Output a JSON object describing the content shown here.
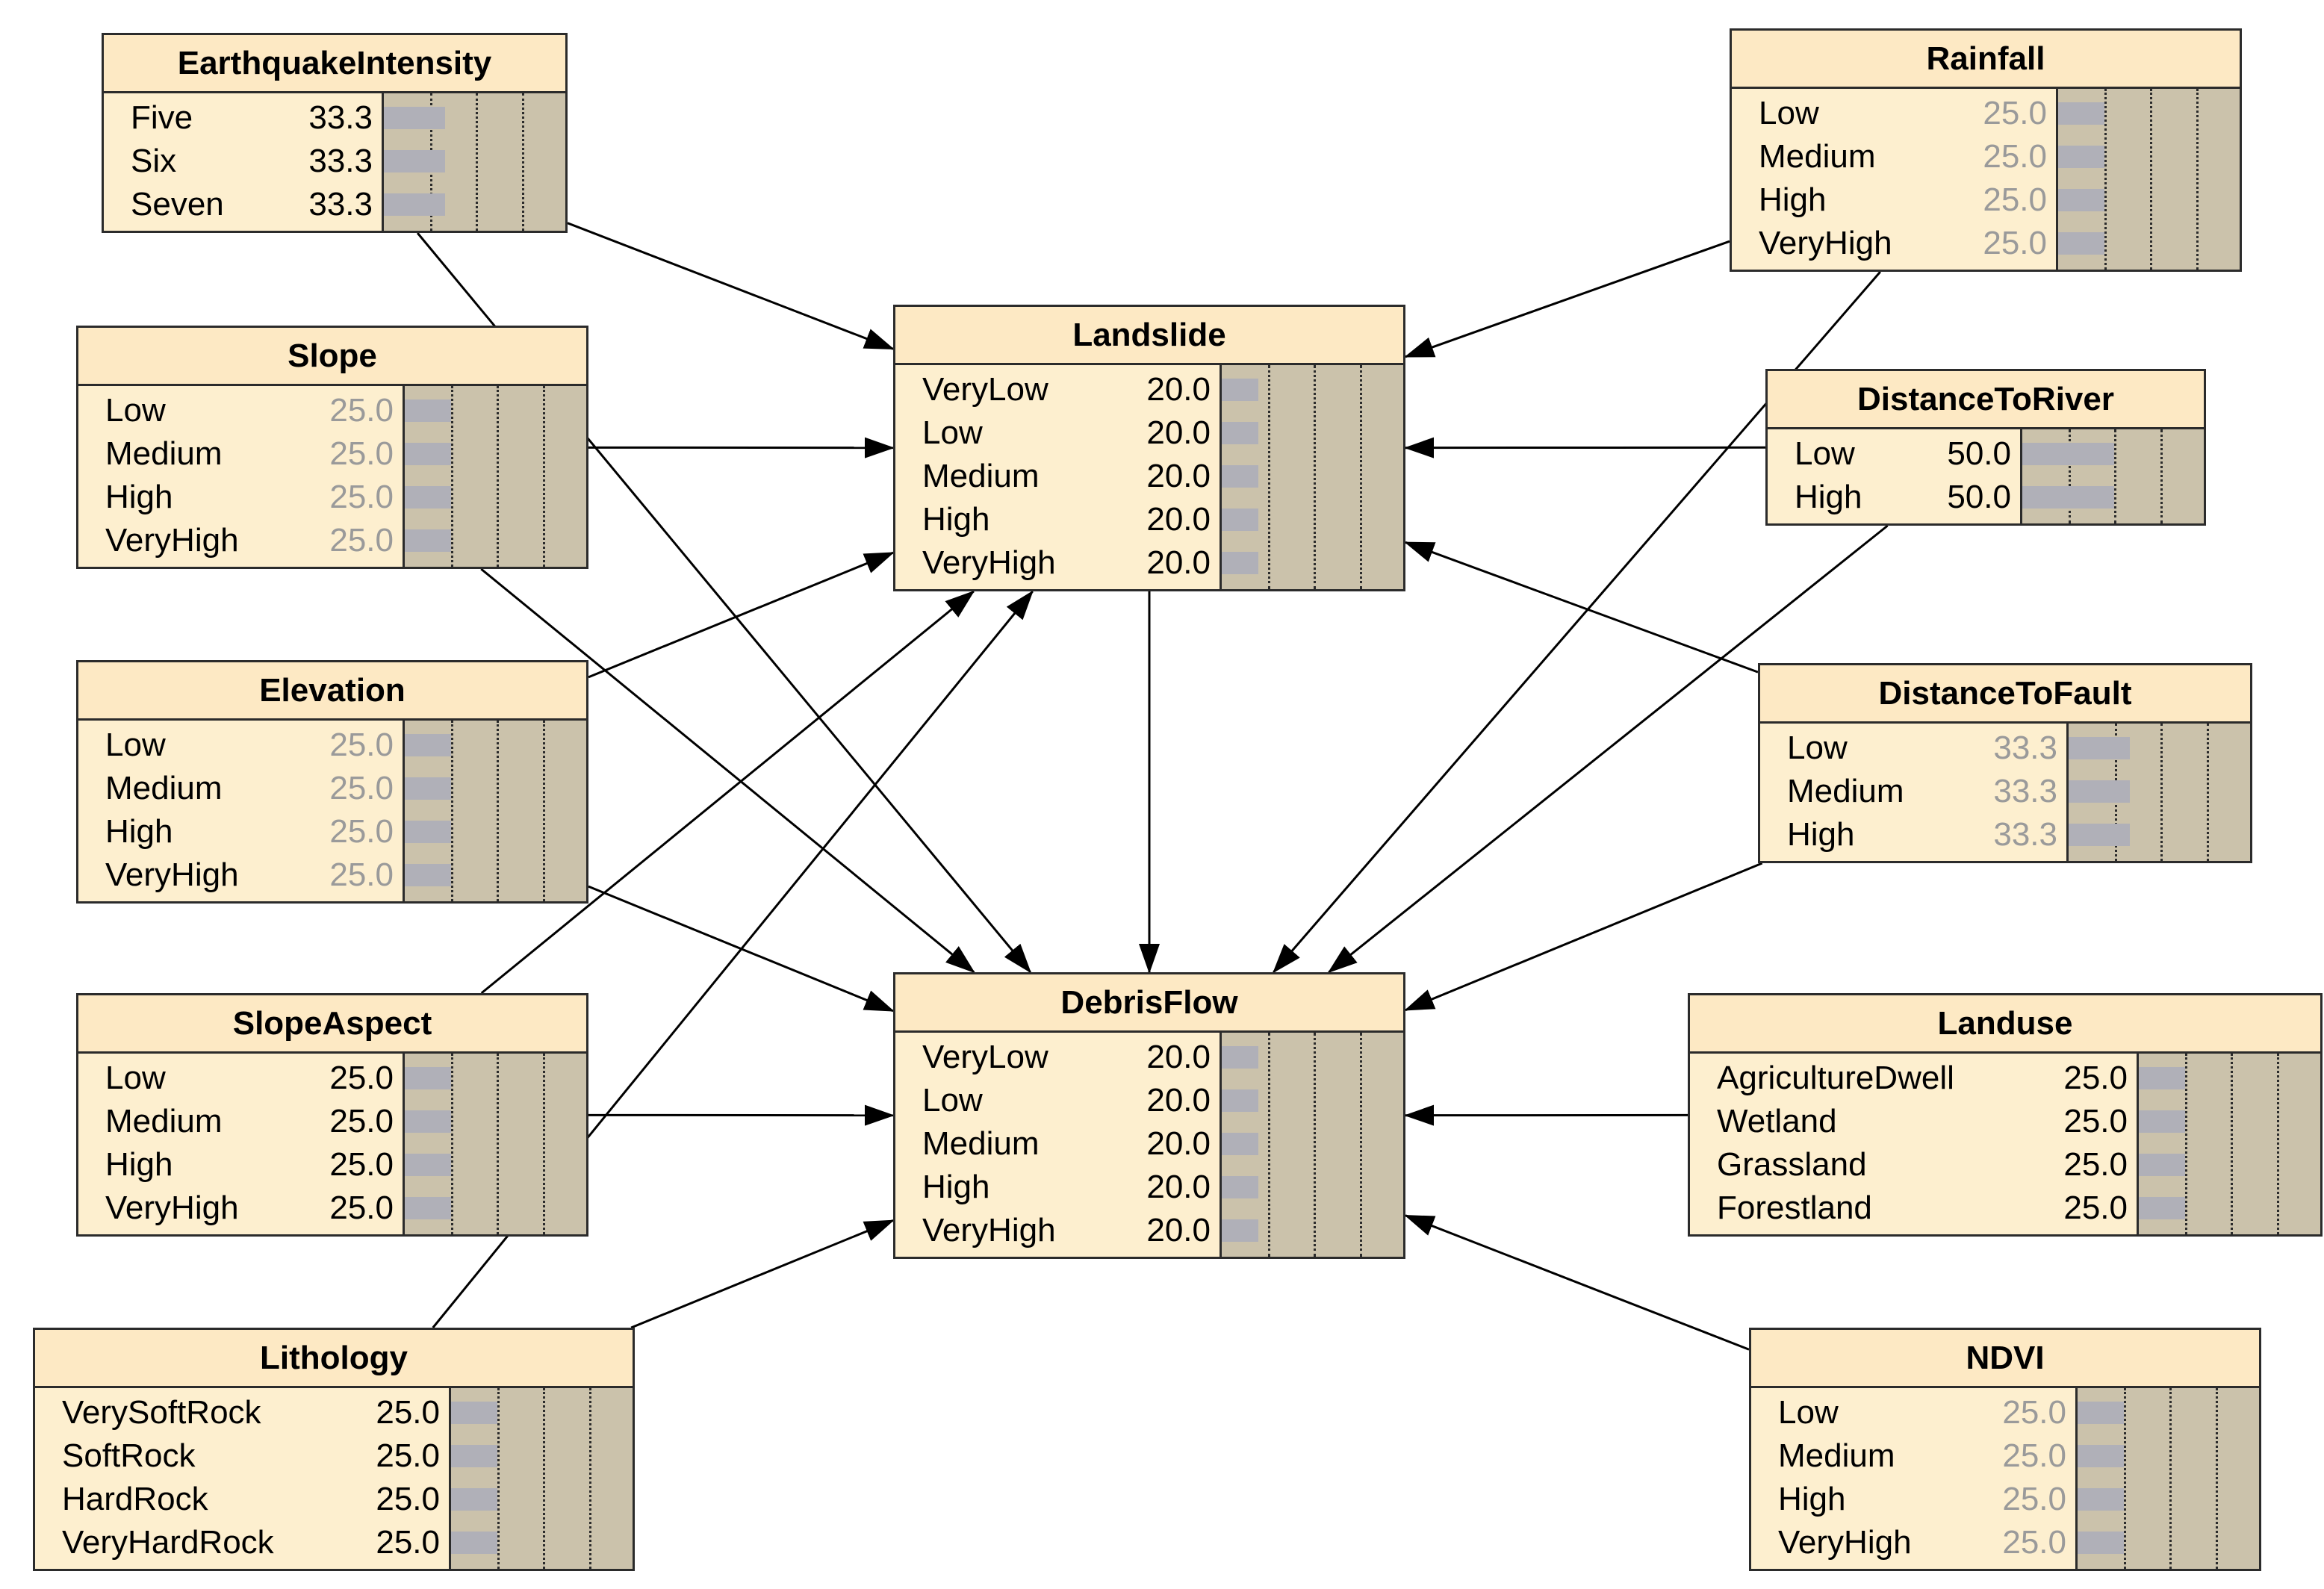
{
  "colors": {
    "title_bg": "#fde9c4",
    "body_bg": "#fdefcf",
    "bar_area": "#cbc2ab",
    "bar_fill": "#b0b0b8",
    "edge": "#000000"
  },
  "nodes": [
    {
      "id": "earthquakeintensity",
      "title": "EarthquakeIntensity",
      "states": [
        {
          "label": "Five",
          "value": "33.3",
          "p": 0.333,
          "grey": false
        },
        {
          "label": "Six",
          "value": "33.3",
          "p": 0.333,
          "grey": false
        },
        {
          "label": "Seven",
          "value": "33.3",
          "p": 0.333,
          "grey": false
        }
      ]
    },
    {
      "id": "slope",
      "title": "Slope",
      "states": [
        {
          "label": "Low",
          "value": "25.0",
          "p": 0.25,
          "grey": true
        },
        {
          "label": "Medium",
          "value": "25.0",
          "p": 0.25,
          "grey": true
        },
        {
          "label": "High",
          "value": "25.0",
          "p": 0.25,
          "grey": true
        },
        {
          "label": "VeryHigh",
          "value": "25.0",
          "p": 0.25,
          "grey": true
        }
      ]
    },
    {
      "id": "elevation",
      "title": "Elevation",
      "states": [
        {
          "label": "Low",
          "value": "25.0",
          "p": 0.25,
          "grey": true
        },
        {
          "label": "Medium",
          "value": "25.0",
          "p": 0.25,
          "grey": true
        },
        {
          "label": "High",
          "value": "25.0",
          "p": 0.25,
          "grey": true
        },
        {
          "label": "VeryHigh",
          "value": "25.0",
          "p": 0.25,
          "grey": true
        }
      ]
    },
    {
      "id": "slopeaspect",
      "title": "SlopeAspect",
      "states": [
        {
          "label": "Low",
          "value": "25.0",
          "p": 0.25,
          "grey": false
        },
        {
          "label": "Medium",
          "value": "25.0",
          "p": 0.25,
          "grey": false
        },
        {
          "label": "High",
          "value": "25.0",
          "p": 0.25,
          "grey": false
        },
        {
          "label": "VeryHigh",
          "value": "25.0",
          "p": 0.25,
          "grey": false
        }
      ]
    },
    {
      "id": "lithology",
      "title": "Lithology",
      "states": [
        {
          "label": "VerySoftRock",
          "value": "25.0",
          "p": 0.25,
          "grey": false
        },
        {
          "label": "SoftRock",
          "value": "25.0",
          "p": 0.25,
          "grey": false
        },
        {
          "label": "HardRock",
          "value": "25.0",
          "p": 0.25,
          "grey": false
        },
        {
          "label": "VeryHardRock",
          "value": "25.0",
          "p": 0.25,
          "grey": false
        }
      ]
    },
    {
      "id": "landslide",
      "title": "Landslide",
      "states": [
        {
          "label": "VeryLow",
          "value": "20.0",
          "p": 0.2,
          "grey": false
        },
        {
          "label": "Low",
          "value": "20.0",
          "p": 0.2,
          "grey": false
        },
        {
          "label": "Medium",
          "value": "20.0",
          "p": 0.2,
          "grey": false
        },
        {
          "label": "High",
          "value": "20.0",
          "p": 0.2,
          "grey": false
        },
        {
          "label": "VeryHigh",
          "value": "20.0",
          "p": 0.2,
          "grey": false
        }
      ]
    },
    {
      "id": "debrisflow",
      "title": "DebrisFlow",
      "states": [
        {
          "label": "VeryLow",
          "value": "20.0",
          "p": 0.2,
          "grey": false
        },
        {
          "label": "Low",
          "value": "20.0",
          "p": 0.2,
          "grey": false
        },
        {
          "label": "Medium",
          "value": "20.0",
          "p": 0.2,
          "grey": false
        },
        {
          "label": "High",
          "value": "20.0",
          "p": 0.2,
          "grey": false
        },
        {
          "label": "VeryHigh",
          "value": "20.0",
          "p": 0.2,
          "grey": false
        }
      ]
    },
    {
      "id": "rainfall",
      "title": "Rainfall",
      "states": [
        {
          "label": "Low",
          "value": "25.0",
          "p": 0.25,
          "grey": true
        },
        {
          "label": "Medium",
          "value": "25.0",
          "p": 0.25,
          "grey": true
        },
        {
          "label": "High",
          "value": "25.0",
          "p": 0.25,
          "grey": true
        },
        {
          "label": "VeryHigh",
          "value": "25.0",
          "p": 0.25,
          "grey": true
        }
      ]
    },
    {
      "id": "distancetoriver",
      "title": "DistanceToRiver",
      "states": [
        {
          "label": "Low",
          "value": "50.0",
          "p": 0.5,
          "grey": false
        },
        {
          "label": "High",
          "value": "50.0",
          "p": 0.5,
          "grey": false
        }
      ]
    },
    {
      "id": "distancetofault",
      "title": "DistanceToFault",
      "states": [
        {
          "label": "Low",
          "value": "33.3",
          "p": 0.333,
          "grey": true
        },
        {
          "label": "Medium",
          "value": "33.3",
          "p": 0.333,
          "grey": true
        },
        {
          "label": "High",
          "value": "33.3",
          "p": 0.333,
          "grey": true
        }
      ]
    },
    {
      "id": "landuse",
      "title": "Landuse",
      "states": [
        {
          "label": "AgricultureDwell",
          "value": "25.0",
          "p": 0.25,
          "grey": false
        },
        {
          "label": "Wetland",
          "value": "25.0",
          "p": 0.25,
          "grey": false
        },
        {
          "label": "Grassland",
          "value": "25.0",
          "p": 0.25,
          "grey": false
        },
        {
          "label": "Forestland",
          "value": "25.0",
          "p": 0.25,
          "grey": false
        }
      ]
    },
    {
      "id": "ndvi",
      "title": "NDVI",
      "states": [
        {
          "label": "Low",
          "value": "25.0",
          "p": 0.25,
          "grey": true
        },
        {
          "label": "Medium",
          "value": "25.0",
          "p": 0.25,
          "grey": true
        },
        {
          "label": "High",
          "value": "25.0",
          "p": 0.25,
          "grey": true
        },
        {
          "label": "VeryHigh",
          "value": "25.0",
          "p": 0.25,
          "grey": true
        }
      ]
    }
  ],
  "edges": [
    {
      "from": "earthquakeintensity",
      "to": "landslide"
    },
    {
      "from": "earthquakeintensity",
      "to": "debrisflow"
    },
    {
      "from": "slope",
      "to": "landslide"
    },
    {
      "from": "slope",
      "to": "debrisflow"
    },
    {
      "from": "elevation",
      "to": "landslide"
    },
    {
      "from": "elevation",
      "to": "debrisflow"
    },
    {
      "from": "slopeaspect",
      "to": "landslide"
    },
    {
      "from": "slopeaspect",
      "to": "debrisflow"
    },
    {
      "from": "lithology",
      "to": "landslide"
    },
    {
      "from": "lithology",
      "to": "debrisflow"
    },
    {
      "from": "landslide",
      "to": "debrisflow"
    },
    {
      "from": "rainfall",
      "to": "landslide"
    },
    {
      "from": "rainfall",
      "to": "debrisflow"
    },
    {
      "from": "distancetoriver",
      "to": "landslide"
    },
    {
      "from": "distancetoriver",
      "to": "debrisflow"
    },
    {
      "from": "distancetofault",
      "to": "landslide"
    },
    {
      "from": "distancetofault",
      "to": "debrisflow"
    },
    {
      "from": "landuse",
      "to": "debrisflow"
    },
    {
      "from": "ndvi",
      "to": "debrisflow"
    }
  ]
}
